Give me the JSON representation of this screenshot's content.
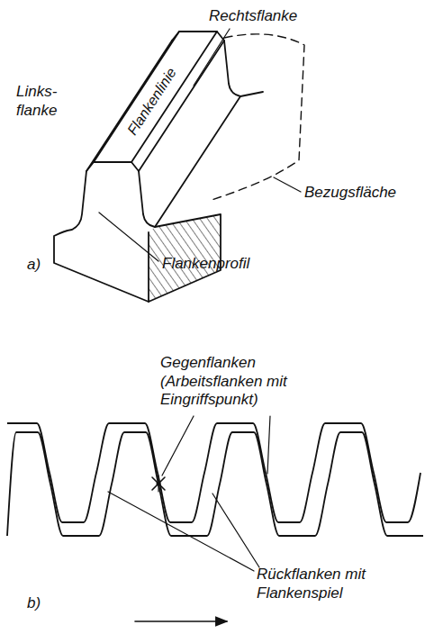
{
  "diagram": {
    "labels": [
      "Rechtsflanke",
      "Links- flanke",
      "Flankenlinie",
      "Bezugsfläche",
      "Flankenprofil",
      "a)",
      "Gegenflanken (Arbeitsflanken mit Eingriffspunkt)",
      "Rückflanken mit Flankenspiel",
      "b)"
    ]
  }
}
